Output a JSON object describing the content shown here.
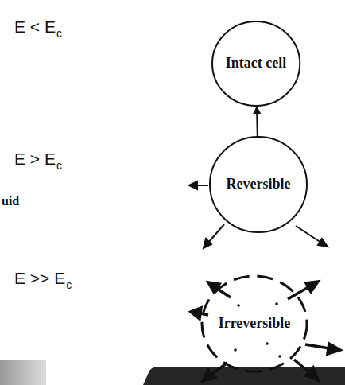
{
  "diagram": {
    "nodes": [
      {
        "text": [
          "Intact cell"
        ]
      },
      {
        "text": [
          "Reversible"
        ]
      },
      {
        "text": [
          "Irreversible"
        ]
      }
    ],
    "edges": [
      {
        "from": 1,
        "to": 0,
        "arrow": "to"
      }
    ],
    "labels": [
      "E < E",
      "c",
      "E > E",
      "c",
      "uid",
      "E >> E",
      "c"
    ]
  }
}
